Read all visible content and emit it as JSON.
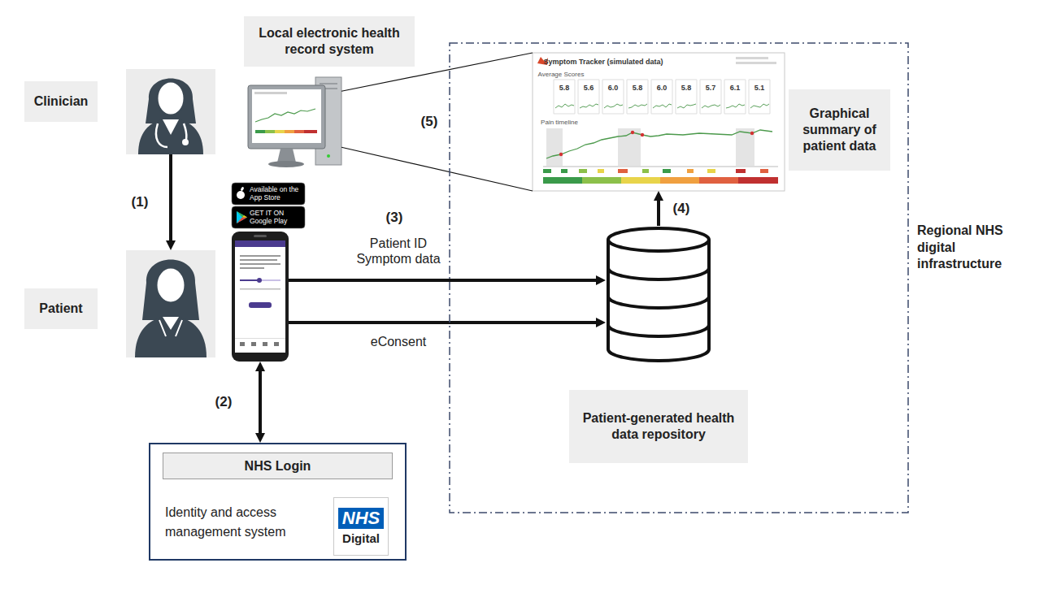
{
  "diagram": {
    "nodes": [
      {
        "text": [
          "Clinician"
        ]
      },
      {
        "text": [
          "Patient"
        ]
      },
      {
        "text": [
          "Available on the App Store",
          "GET IT ON Google Play"
        ]
      },
      {
        "text": [
          "Identity and access management system"
        ]
      },
      {
        "text": [
          "NHS Login"
        ],
        "in": 3
      },
      {
        "text": [
          "NHS",
          "Digital"
        ],
        "in": 3
      },
      {
        "text": [
          "Local electronic health record system"
        ]
      },
      {
        "text": [
          "Regional NHS digital infrastructure"
        ]
      },
      {
        "text": [
          "Graphical summary of patient data"
        ],
        "in": 7
      },
      {
        "text": [
          "Patient-generated health data repository"
        ],
        "in": 7
      }
    ],
    "edges": [
      {
        "from": 0,
        "to": 1,
        "arrow": "to",
        "label": "(1)"
      },
      {
        "from": 2,
        "to": 3,
        "arrow": "both",
        "label": "(2)"
      },
      {
        "from": 2,
        "to": 9,
        "arrow": "to",
        "label": "Patient ID Symptom data"
      },
      {
        "from": 2,
        "to": 9,
        "arrow": "to",
        "label": "eConsent"
      },
      {
        "from": 9,
        "to": 8,
        "arrow": "to",
        "label": "(4)"
      },
      {
        "from": 6,
        "to": 8,
        "arrow": "none"
      },
      {
        "from": 6,
        "to": 8,
        "arrow": "none"
      }
    ],
    "labels": [
      "(3)",
      "(5)",
      "Symptom Tracker (simulated data)",
      "Average Scores",
      "5.8",
      "5.6",
      "6.0",
      "5.8",
      "6.0",
      "5.8",
      "5.7",
      "6.1",
      "5.1",
      "Pain timeline"
    ]
  }
}
